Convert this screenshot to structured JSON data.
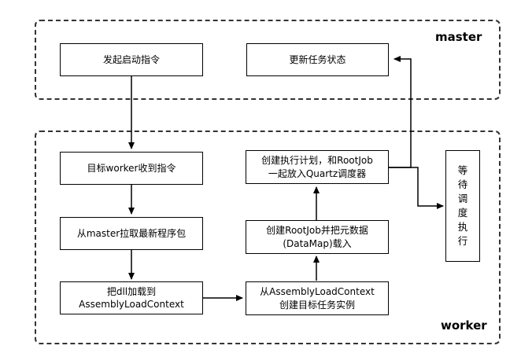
{
  "containers": {
    "master": {
      "label": "master"
    },
    "worker": {
      "label": "worker"
    }
  },
  "nodes": {
    "start_command": "发起启动指令",
    "update_status": "更新任务状态",
    "worker_receive": "目标worker收到指令",
    "pull_package": "从master拉取最新程序包",
    "load_dll": "把dll加载到\nAssemblyLoadContext",
    "create_instance": "从AssemblyLoadContext\n创建目标任务实例",
    "create_rootjob": "创建RootJob并把元数据\n(DataMap)载入",
    "create_plan": "创建执行计划，和RootJob\n一起放入Quartz调度器",
    "wait_schedule": [
      "等",
      "待",
      "调",
      "度",
      "执",
      "行"
    ]
  }
}
